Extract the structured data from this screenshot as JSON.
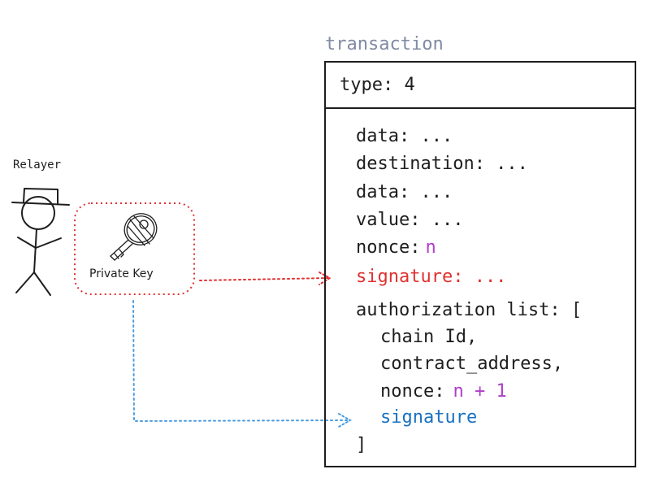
{
  "transaction": {
    "title": "transaction",
    "type_line": "type: 4",
    "fields": {
      "data1": "data: ...",
      "destination": "destination: ...",
      "data2": "data: ...",
      "value": "value: ...",
      "nonce_label": "nonce:",
      "nonce_value": "n",
      "signature": "signature: ...",
      "auth_open": "authorization list: [",
      "chain_id": "chain Id,",
      "contract_address": "contract_address,",
      "auth_nonce_label": "nonce:",
      "auth_nonce_value": "n + 1",
      "auth_signature": "signature",
      "auth_close": "]"
    }
  },
  "actor": {
    "label": "Relayer"
  },
  "key": {
    "label": "Private Key"
  },
  "colors": {
    "ink": "#1e1e1e",
    "title": "#7f8aa3",
    "red": "#e03131",
    "purple": "#ae3ec9",
    "blue": "#1971c2"
  },
  "icons": [
    "stick-figure-icon",
    "key-icon"
  ]
}
